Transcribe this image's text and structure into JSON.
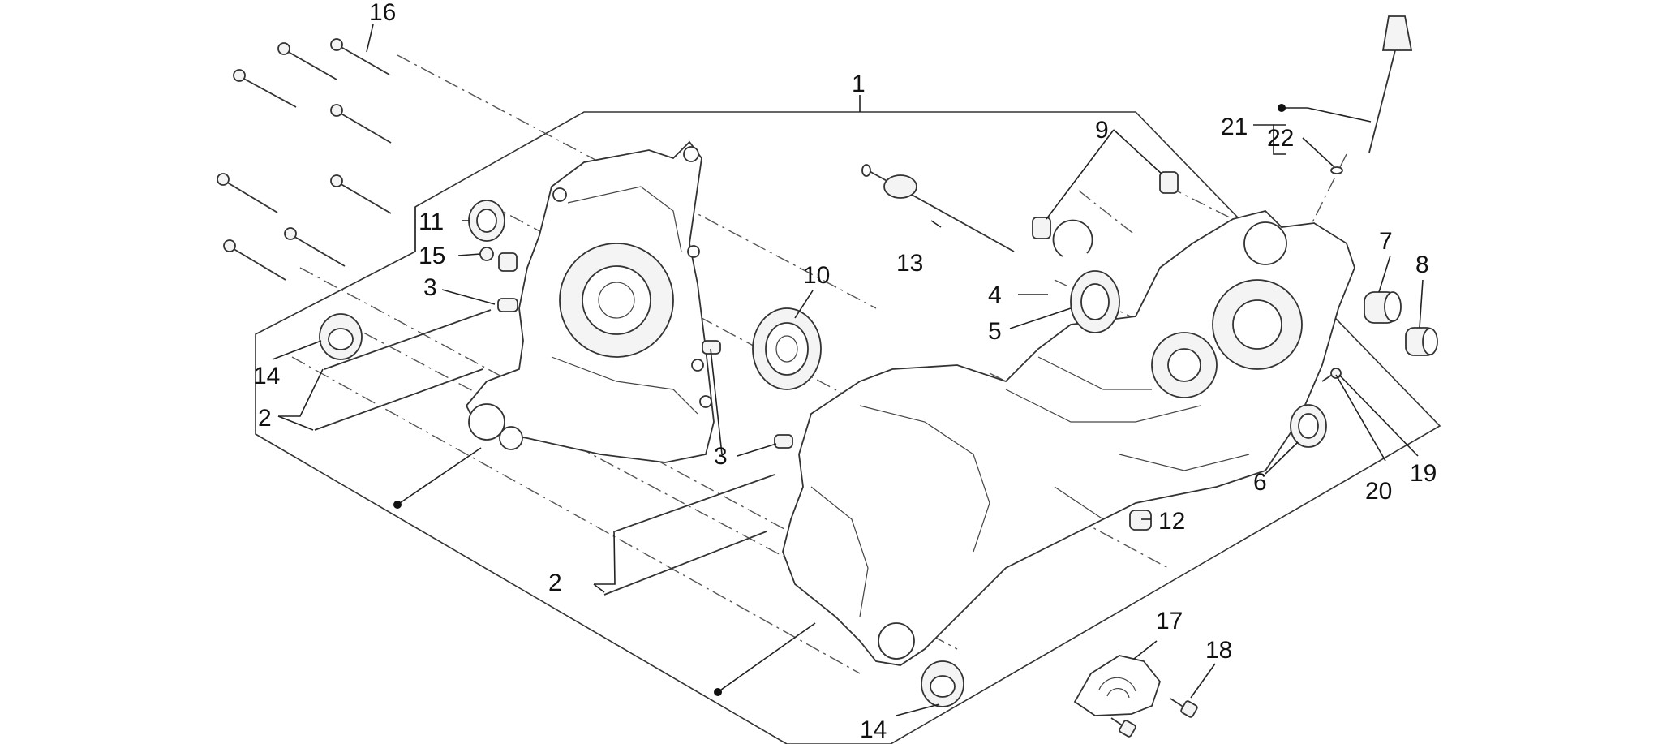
{
  "diagram": {
    "callouts": {
      "c1": "1",
      "c2a": "2",
      "c2b": "2",
      "c3a": "3",
      "c3b": "3",
      "c4": "4",
      "c5": "5",
      "c6": "6",
      "c7": "7",
      "c8": "8",
      "c9": "9",
      "c10": "10",
      "c11": "11",
      "c12": "12",
      "c13": "13",
      "c14a": "14",
      "c14b": "14",
      "c15": "15",
      "c16": "16",
      "c17": "17",
      "c18": "18",
      "c19": "19",
      "c20": "20",
      "c21": "21",
      "c22": "22"
    }
  }
}
